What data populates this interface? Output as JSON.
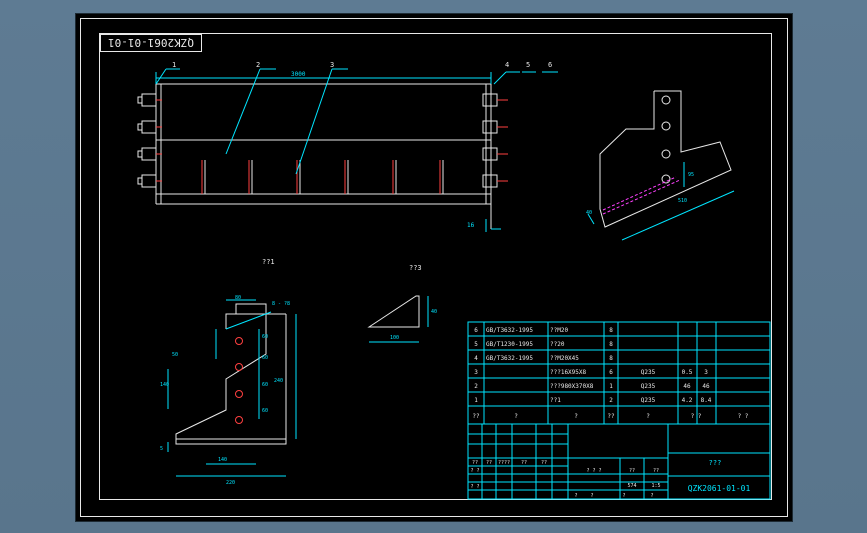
{
  "drawing": {
    "title_stamp": "QZK2061-01-01",
    "code_bottom": "QZK2061-01-01",
    "part_name": "???",
    "label_left_view": "??1",
    "label_mid_view": "??3"
  },
  "balloons": [
    "1",
    "2",
    "3",
    "4",
    "5",
    "6"
  ],
  "dims": {
    "main_width": "3000",
    "main_right": "16",
    "iso_a": "40",
    "iso_b": "510",
    "iso_c": "95",
    "det_top": "80",
    "det_top2": "8 - ?8",
    "det_left": "140",
    "det_left2": "50",
    "det_left3": "5",
    "det_bottom1": "140",
    "det_bottom2": "220",
    "det_right": "240",
    "det_r1": "60",
    "det_r2": "60",
    "det_r3": "60",
    "det_r4": "60",
    "mid_w": "100",
    "mid_h": "40"
  },
  "bom": {
    "rows": [
      [
        "6",
        "GB/T3632-1995",
        "??M20",
        "8",
        "",
        "",
        ""
      ],
      [
        "5",
        "GB/T1230-1995",
        "??20",
        "8",
        "",
        "",
        ""
      ],
      [
        "4",
        "GB/T3632-1995",
        "??M20X45",
        "8",
        "",
        "",
        ""
      ],
      [
        "3",
        "",
        "???16X95X8",
        "6",
        "Q235",
        "0.5",
        "3"
      ],
      [
        "2",
        "",
        "???980X370X8",
        "1",
        "Q235",
        "46",
        "46"
      ],
      [
        "1",
        "",
        "??1",
        "2",
        "Q235",
        "4.2",
        "8.4"
      ]
    ],
    "header": [
      "??",
      "?",
      "?",
      "??",
      "?",
      "? ?",
      "? ?"
    ]
  },
  "title_block": {
    "cells_a": [
      "??",
      "??",
      "????",
      "??",
      "??"
    ],
    "cells_b": [
      "? ?",
      "",
      "",
      "",
      ""
    ],
    "cells_c": [
      "? ?",
      "",
      "",
      "",
      ""
    ],
    "scale_hdr": [
      "? ? ?",
      "??",
      "??"
    ],
    "scale_vals": [
      "",
      "574",
      "1:5"
    ],
    "sheets": [
      "?",
      "?",
      "?",
      "?"
    ]
  }
}
